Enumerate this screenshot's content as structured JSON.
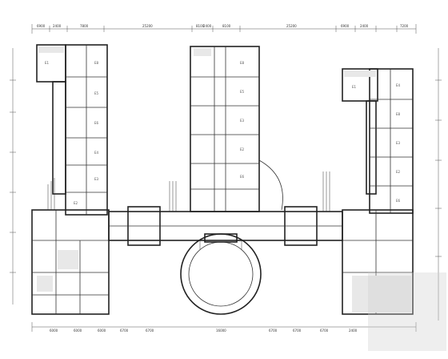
{
  "top_dimensions": [
    "6900",
    "2400",
    "7800",
    "25200",
    "8100",
    "2400",
    "8100",
    "25200",
    "6900",
    "2400",
    "7200"
  ],
  "bottom_dimensions": [
    "6000",
    "6000",
    "6000",
    "6700",
    "6700",
    "16000",
    "6700",
    "6700",
    "6700",
    "2400"
  ],
  "room_labels": [
    "E8",
    "E5",
    "E6",
    "E4",
    "E3",
    "E2",
    "E1",
    "E8",
    "E5",
    "E3",
    "E2",
    "E6",
    "E4",
    "E8",
    "E3",
    "E2",
    "E6",
    "E1"
  ]
}
